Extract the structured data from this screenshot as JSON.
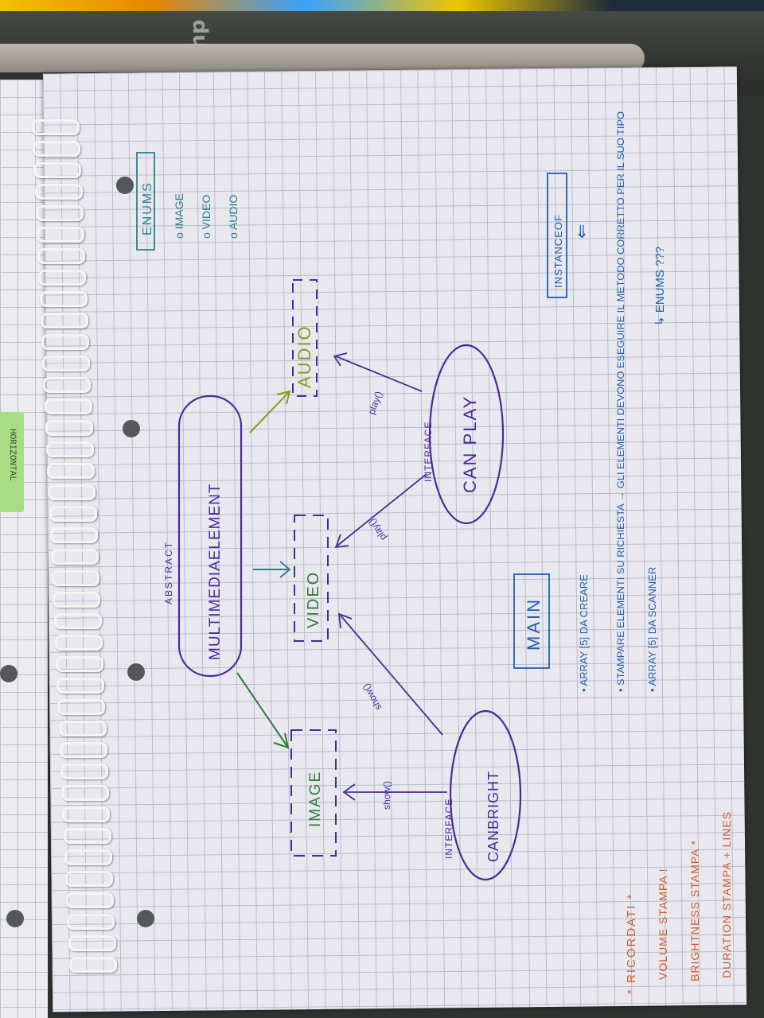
{
  "laptop": {
    "brand": "hp"
  },
  "sticky_tab": {
    "label": "HORIZONTAL"
  },
  "diagram": {
    "abstract_class": {
      "stereotype": "ABSTRACT",
      "name": "MULTIMEDIAELEMENT"
    },
    "classes": [
      "IMAGE",
      "VIDEO",
      "AUDIO"
    ],
    "interfaces": [
      {
        "stereotype": "INTERFACE",
        "name": "CAN PLAY"
      },
      {
        "stereotype": "INTERFACE",
        "name": "CANBRIGHT"
      }
    ],
    "method_labels": [
      "play()",
      "play()",
      "show()",
      "show()"
    ],
    "enums": {
      "title": "ENUMS",
      "items": [
        "o IMAGE",
        "o VIDEO",
        "o AUDIO"
      ]
    },
    "instanceof": {
      "title": "INSTANCEOF",
      "arrow": "⇐"
    }
  },
  "notes": {
    "main_title": "MAIN",
    "main_items": [
      "• ARRAY [5] DA CREARE",
      "• STAMPARE ELEMENTI SU RICHIESTA → GLI ELEMENTI DEVONO ESEGUIRE IL METODO CORRETTO PER IL SUO TIPO",
      "• ARRAY [5] DA SCANNER"
    ],
    "enums_question": "↳ ENUMS ???",
    "reminders": [
      "* RICORDATI *",
      "VOLUME STAMPA !",
      "BRIGHTNESS STAMPA *",
      "DURATION STAMPA + LINES"
    ]
  },
  "colors": {
    "purple": "#4a2a9a",
    "green": "#2f7a3a",
    "olive": "#8a9a1a",
    "blue": "#1f5fb0",
    "teal": "#2b7f8f",
    "orange": "#d05a28"
  }
}
